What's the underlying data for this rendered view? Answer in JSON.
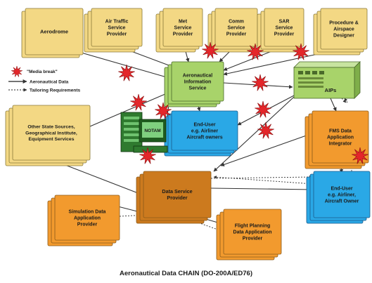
{
  "caption": "Aeronautical Data CHAIN (DO-200A/ED76)",
  "colors": {
    "yellow": "#f3d884",
    "yellow_edge": "#8a7a3a",
    "green": "#a8d36a",
    "green_edge": "#4a6a2a",
    "blue": "#2aa8e6",
    "blue_edge": "#1a5a8a",
    "orange": "#f29a2e",
    "orange_edge": "#8a5a1a",
    "dark_orange": "#cc7a1e",
    "star": "#e4262a"
  },
  "legend": {
    "media_break": "\"Media break\"",
    "aeronautical_data": "Aeronautical Data",
    "tailoring": "Tailoring Requirements"
  },
  "nodes": {
    "aerodrome": [
      "Aerodrome"
    ],
    "air_traffic": [
      "Air Traffic",
      "Service",
      "Provider"
    ],
    "met": [
      "Met",
      "Service",
      "Provider"
    ],
    "comm": [
      "Comm",
      "Service",
      "Provider"
    ],
    "sar": [
      "SAR",
      "Service",
      "Provider"
    ],
    "procedure": [
      "Procedure &",
      "Airspace",
      "Designer"
    ],
    "ais": [
      "Aeronautical",
      "Information",
      "Service"
    ],
    "aips": [
      "AIPs"
    ],
    "notam": [
      "NOTAM"
    ],
    "other_sources": [
      "Other State Sources,",
      "Geographical Institute,",
      "Equipment Services"
    ],
    "end_user_1": [
      "End-User",
      "e.g. Airliner",
      "Aircraft owners"
    ],
    "fms": [
      "FMS Data",
      "Application",
      "Integrator"
    ],
    "end_user_2": [
      "End-User",
      "e.g. Airliner,",
      "Aircraft Owner"
    ],
    "dsp": [
      "Data Service",
      "Provider"
    ],
    "simulation": [
      "Simulation Data",
      "Application",
      "Provider"
    ],
    "flight_planning": [
      "Flight Planning",
      "Data Application",
      "Provider"
    ]
  }
}
